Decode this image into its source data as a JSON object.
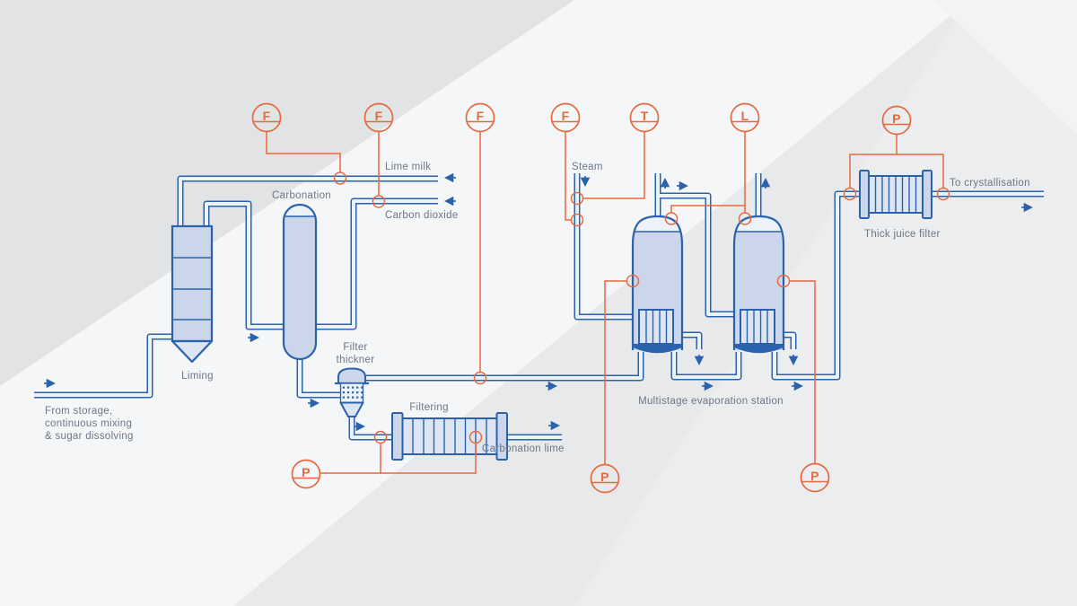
{
  "colors": {
    "accent_orange": "#E7693D",
    "line_blue": "#2A62AC",
    "vessel_fill": "#CBD6EB",
    "vessel_fill_light": "#DDE4F2",
    "pipe_fill": "#EDF1F8",
    "label_text": "#6A7787",
    "background": "#E8E9EB",
    "bg_light": "#F5F6F7",
    "bg_mid": "#ECEDEF",
    "bg_dark": "#E2E3E5"
  },
  "instruments": {
    "flow_lime_milk": "F",
    "flow_carbon_dioxide": "F",
    "flow_clear_juice": "F",
    "flow_steam": "F",
    "temperature_steam": "T",
    "level_evaporators": "L",
    "pressure_thick_juice_filter": "P",
    "pressure_filtering": "P",
    "pressure_evaporator_1": "P",
    "pressure_evaporator_2": "P"
  },
  "labels": {
    "lime_milk": "Lime milk",
    "carbonation": "Carbonation",
    "carbon_dioxide": "Carbon dioxide",
    "steam": "Steam",
    "liming": "Liming",
    "filter_thickener_line1": "Filter",
    "filter_thickener_line2": "thickner",
    "filtering": "Filtering",
    "carbonation_lime": "Carbonation lime",
    "from_storage_line1": "From storage,",
    "from_storage_line2": "continuous mixing",
    "from_storage_line3": "& sugar dissolving",
    "multistage": "Multistage evaporation station",
    "thick_juice_filter": "Thick juice filter",
    "to_crystallisation": "To crystallisation"
  }
}
